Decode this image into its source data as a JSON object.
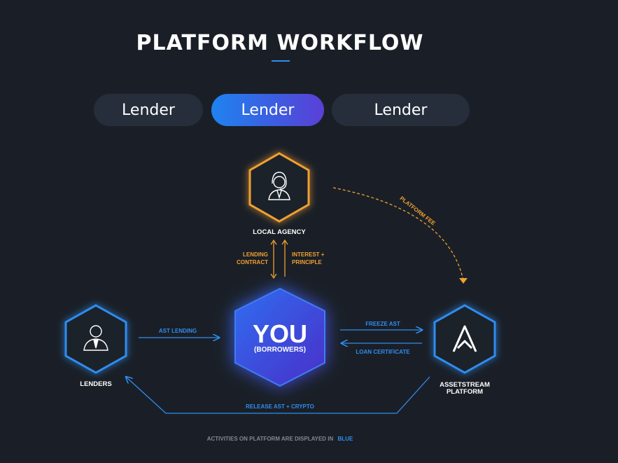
{
  "header": {
    "title": "PLATFORM WORKFLOW"
  },
  "tabs": [
    {
      "label": "Lender",
      "active": false
    },
    {
      "label": "Lender",
      "active": true
    },
    {
      "label": "Lender",
      "active": false
    }
  ],
  "nodes": {
    "local_agency": {
      "label": "LOCAL AGENCY",
      "icon": "support-agent-icon"
    },
    "you": {
      "title": "YOU",
      "subtitle": "(BORROWERS)"
    },
    "lenders": {
      "label": "LENDERS",
      "icon": "user-tie-icon"
    },
    "platform": {
      "label_line1": "ASSETSTREAM",
      "label_line2": "PLATFORM",
      "icon": "assetstream-logo-icon"
    }
  },
  "flows": {
    "lending_contract_1": "LENDING",
    "lending_contract_2": "CONTRACT",
    "interest_1": "INTEREST +",
    "interest_2": "PRINCIPLE",
    "platform_fee": "PLATFORM FEE",
    "ast_lending": "AST LENDING",
    "freeze_ast": "FREEZE AST",
    "loan_certificate": "LOAN CERTIFICATE",
    "release": "RELEASE AST + CRYPTO"
  },
  "footer": {
    "note": "ACTIVITIES ON PLATFORM ARE DISPLAYED IN",
    "highlight": "BLUE"
  },
  "colors": {
    "background": "#1a1f27",
    "blue": "#2f8df0",
    "orange": "#f0a030",
    "tab": "#262e3b"
  }
}
